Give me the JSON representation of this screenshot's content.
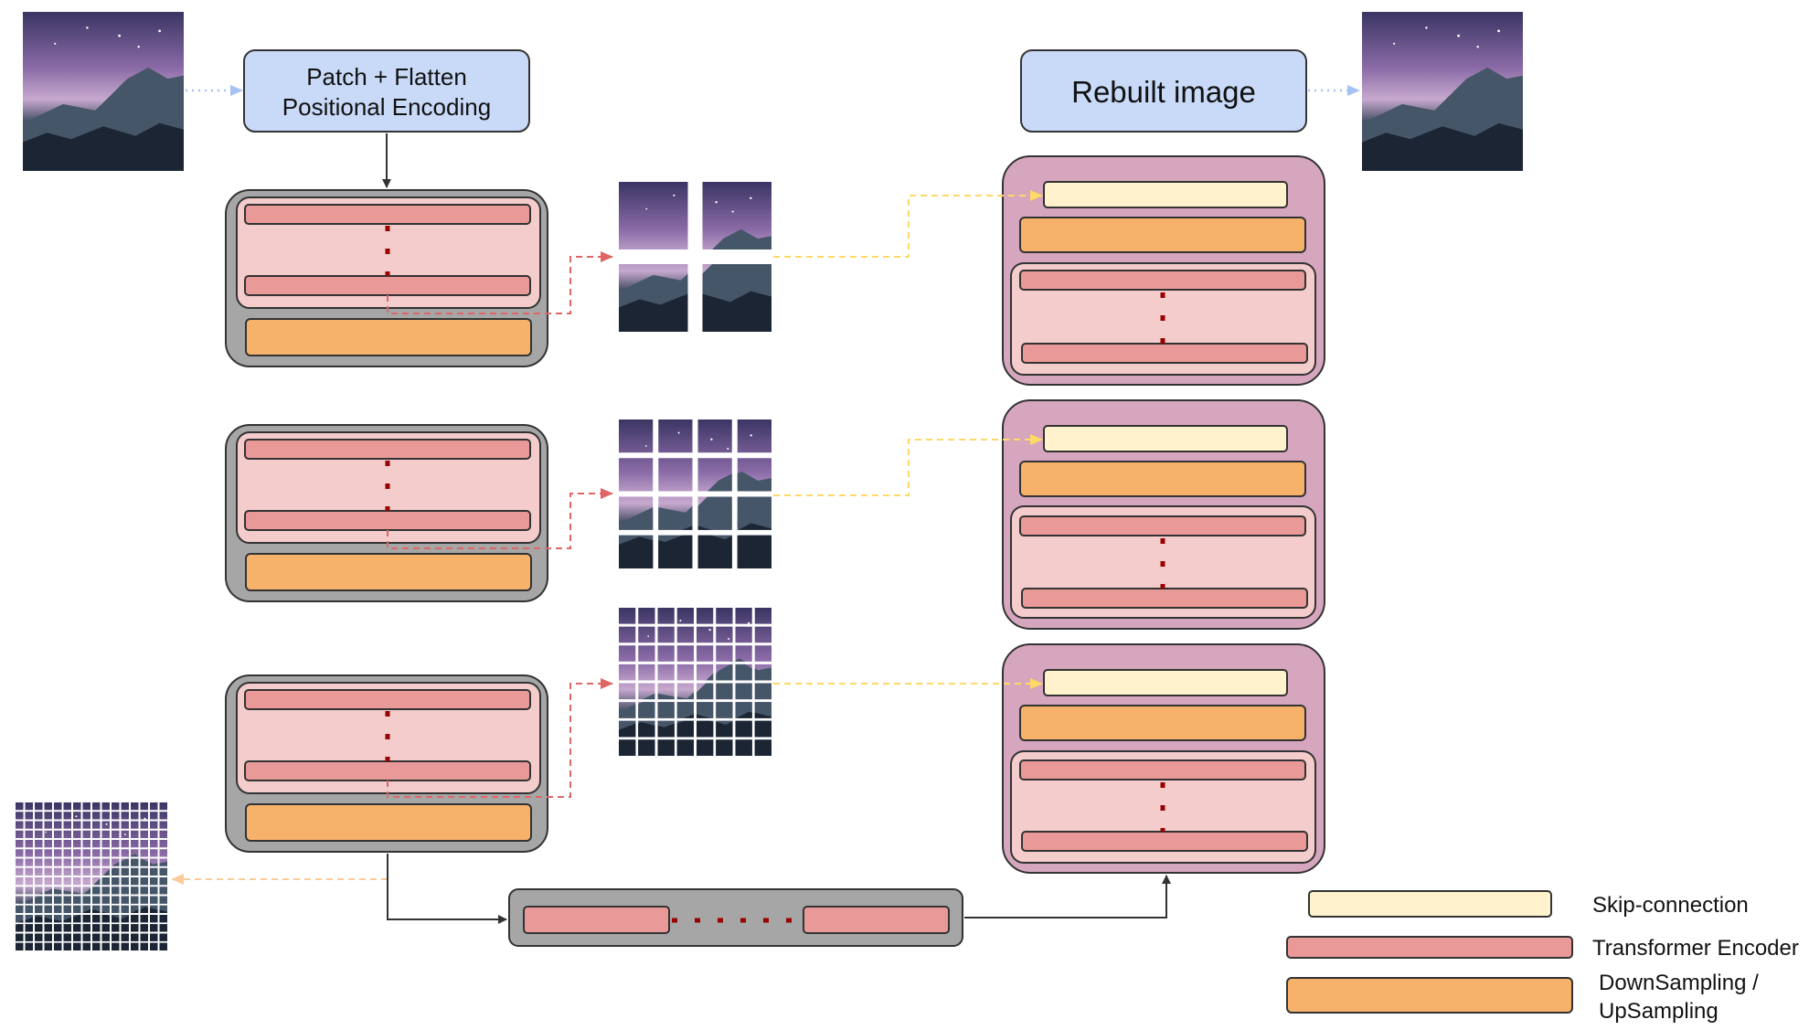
{
  "boxes": {
    "patch_line1": "Patch + Flatten",
    "patch_line2": "Positional Encoding",
    "rebuilt": "Rebuilt image"
  },
  "legend": {
    "skip": "Skip-connection",
    "transformer": "Transformer Encoder",
    "downsampling_line1": "DownSampling /",
    "downsampling_line2": "UpSampling"
  },
  "colors": {
    "query_box": "#c9daf8",
    "encoder_outer": "#a6a6a6",
    "encoder_inner": "#f4cccc",
    "transformer_bar": "#ea9999",
    "sampling_bar": "#f6b26b",
    "decoder_outer": "#d5a6bd",
    "skip_bar": "#fff2cc",
    "arrow_red": "#e06666",
    "arrow_yellow": "#ffd966",
    "arrow_orange": "#f9cb9c",
    "arrow_blue": "#a4c2f4",
    "dots": "#990000"
  },
  "icons": {
    "input_image": "night-sky-mountain-image",
    "output_image": "night-sky-mountain-image"
  }
}
